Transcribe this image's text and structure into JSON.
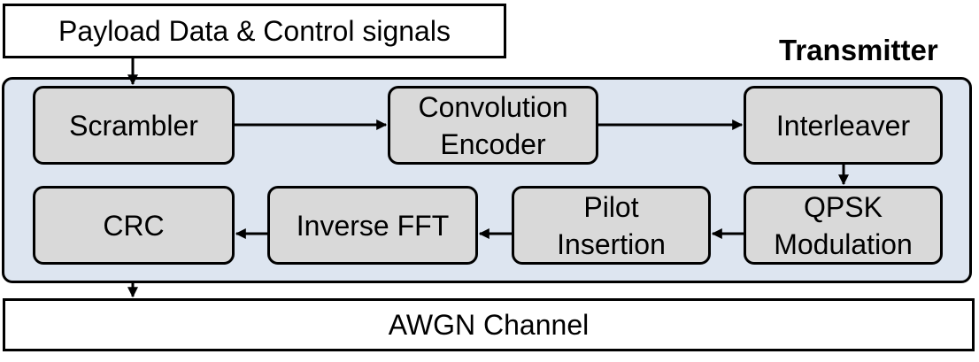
{
  "input_box": {
    "label": "Payload Data & Control signals"
  },
  "output_box": {
    "label": "AWGN Channel"
  },
  "panel": {
    "title": "Transmitter"
  },
  "blocks": {
    "scrambler": "Scrambler",
    "conv_encoder": "Convolution\nEncoder",
    "interleaver": "Interleaver",
    "qpsk": "QPSK\nModulation",
    "pilot": "Pilot\nInsertion",
    "ifft": "Inverse FFT",
    "crc": "CRC"
  }
}
